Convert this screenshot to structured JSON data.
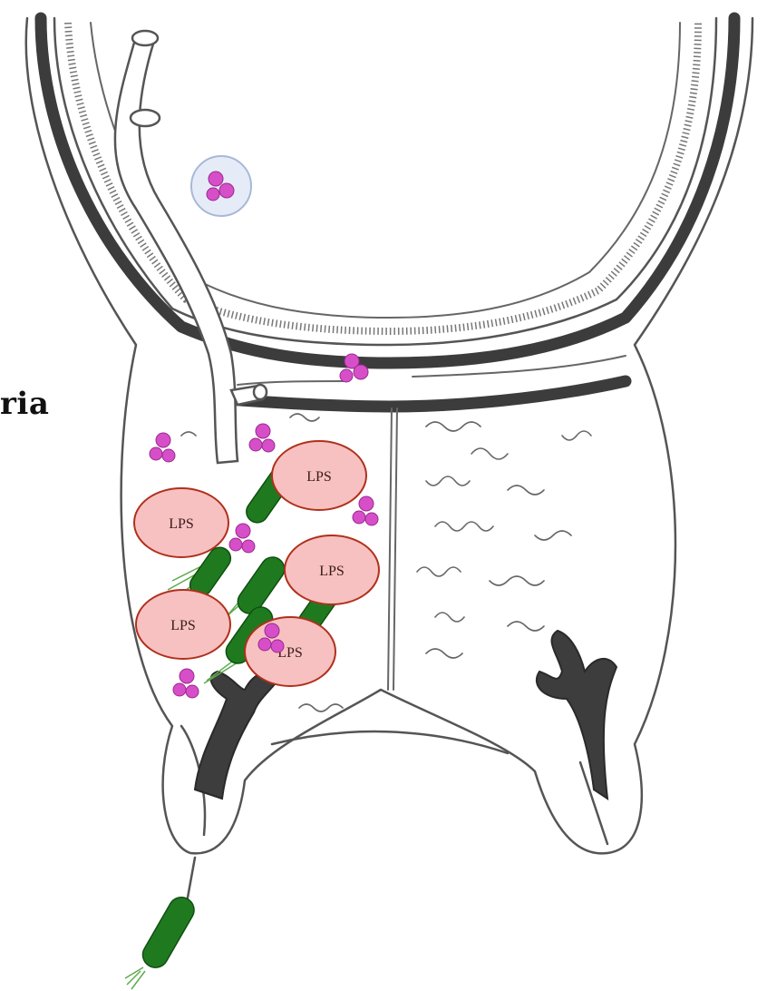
{
  "diagram": {
    "edge_label": "ria",
    "lps_label": "LPS",
    "colors": {
      "tissue_outline": "#555555",
      "epithelium_dark": "#3c3c3c",
      "bacterium": "#1f7a1f",
      "flagella": "#5faa4e",
      "lps_fill": "#f7c1c1",
      "lps_border": "#b0301c",
      "neutrophil": "#d64fc8",
      "neutrophil_cell": "#e6ecf7"
    },
    "icons": [
      "neutrophil-icon",
      "bacterium-icon",
      "lps-bubble",
      "blood-vessel",
      "gland"
    ]
  }
}
